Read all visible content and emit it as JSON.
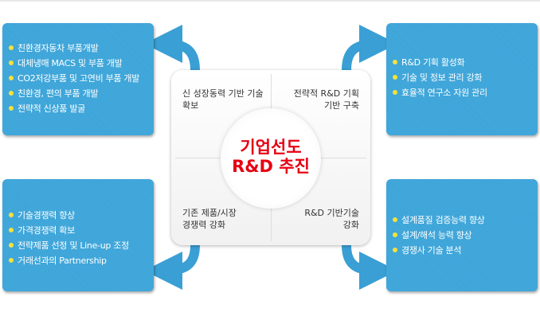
{
  "center": {
    "line1": "기업선도",
    "line2": "R&D 추진"
  },
  "quadrants": {
    "top_left": [
      "신 성장동력 기반 기술",
      "확보"
    ],
    "top_right": [
      "전략적 R&D 기획",
      "기반 구축"
    ],
    "bottom_left": [
      "기존 제품/시장",
      "경쟁력 강화"
    ],
    "bottom_right": [
      "R&D 기반기술",
      "강화"
    ]
  },
  "boxes": {
    "top_left": [
      "친환경자동차 부품개발",
      "대체냉매 MACS 및 부품 개발",
      "CO2저강부품 및 고연비 부품 개발",
      "친환경, 편의 부품 개발",
      "전략적 신상품 발굴"
    ],
    "top_right": [
      "R&D 기획 활성화",
      "기술 및 정보 관리 강화",
      "효율적 연구소 자원 관리"
    ],
    "bottom_left": [
      "기술경쟁력 향상",
      "가격경쟁력 확보",
      "전략제품 선정 및 Line-up 조정",
      "거래선과의 Partnership"
    ],
    "bottom_right": [
      "설계품질 검증능력 향상",
      "설계/해석 능력 향상",
      "경쟁사 기술 분석"
    ]
  },
  "colors": {
    "box": "#3da5d9",
    "title": "#e60012",
    "bullet": "#f5e23a"
  }
}
